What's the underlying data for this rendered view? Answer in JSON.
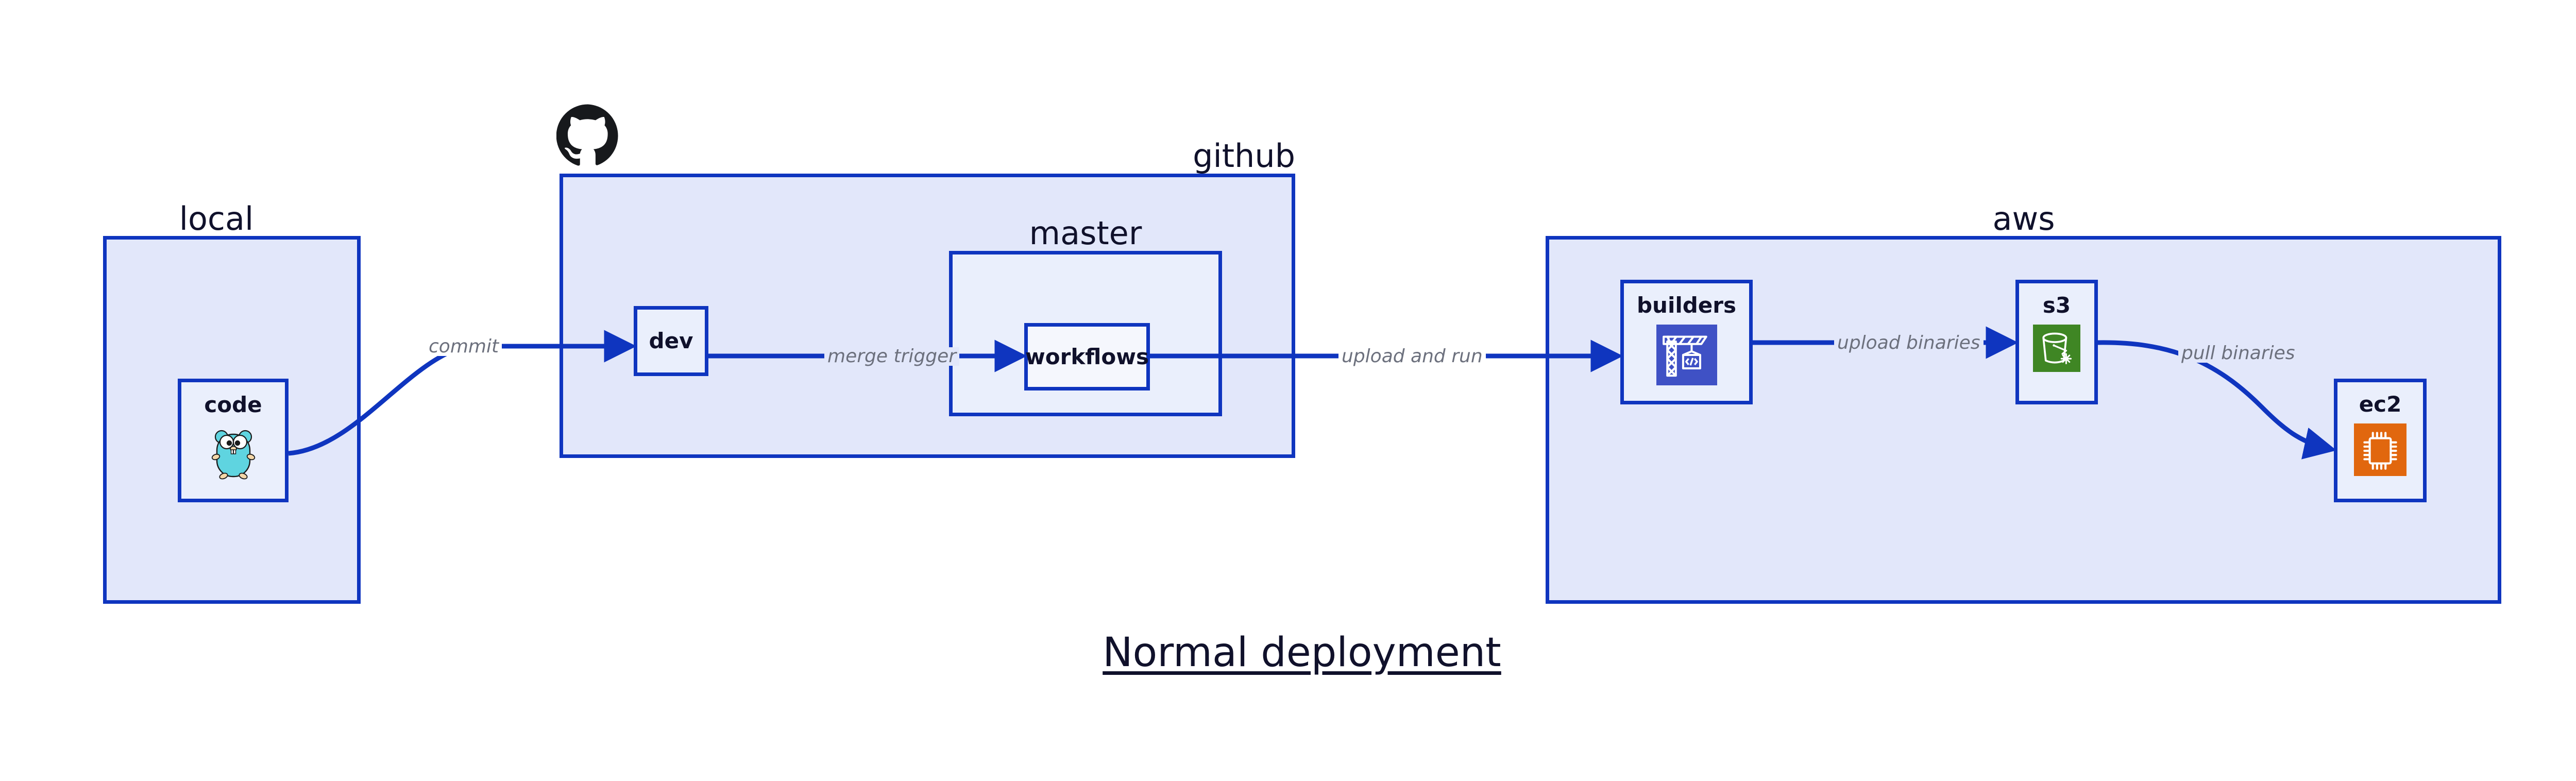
{
  "title": "Normal deployment",
  "colors": {
    "border": "#0f35bf",
    "group_fill": "#e2e7fa",
    "node_fill": "#eaeffc",
    "text": "#10112b",
    "edge_label": "#6c707d",
    "builders_icon": "#3f51c5",
    "s3_icon": "#3f8624",
    "ec2_icon": "#e1670e",
    "gopher": "#5fd4e0",
    "github_mark": "#17191c"
  },
  "groups": [
    {
      "id": "local",
      "label": "local"
    },
    {
      "id": "github",
      "label": "github"
    },
    {
      "id": "aws",
      "label": "aws"
    },
    {
      "id": "master",
      "label": "master"
    }
  ],
  "nodes": [
    {
      "id": "code",
      "label": "code",
      "icon": "go-gopher-icon"
    },
    {
      "id": "dev",
      "label": "dev",
      "icon": "none"
    },
    {
      "id": "workflows",
      "label": "workflows",
      "icon": "none"
    },
    {
      "id": "builders",
      "label": "builders",
      "icon": "crane-code-icon"
    },
    {
      "id": "s3",
      "label": "s3",
      "icon": "s3-bucket-icon"
    },
    {
      "id": "ec2",
      "label": "ec2",
      "icon": "ec2-chip-icon"
    }
  ],
  "edges": [
    {
      "id": "code-dev",
      "label": "commit",
      "from": "code",
      "to": "dev"
    },
    {
      "id": "dev-workflows",
      "label": "merge trigger",
      "from": "dev",
      "to": "workflows"
    },
    {
      "id": "workflows-builders",
      "label": "upload and run",
      "from": "workflows",
      "to": "builders"
    },
    {
      "id": "builders-s3",
      "label": "upload binaries",
      "from": "builders",
      "to": "s3"
    },
    {
      "id": "s3-ec2",
      "label": "pull binaries",
      "from": "s3",
      "to": "ec2"
    }
  ],
  "icons": {
    "github": "github-mark-icon"
  }
}
